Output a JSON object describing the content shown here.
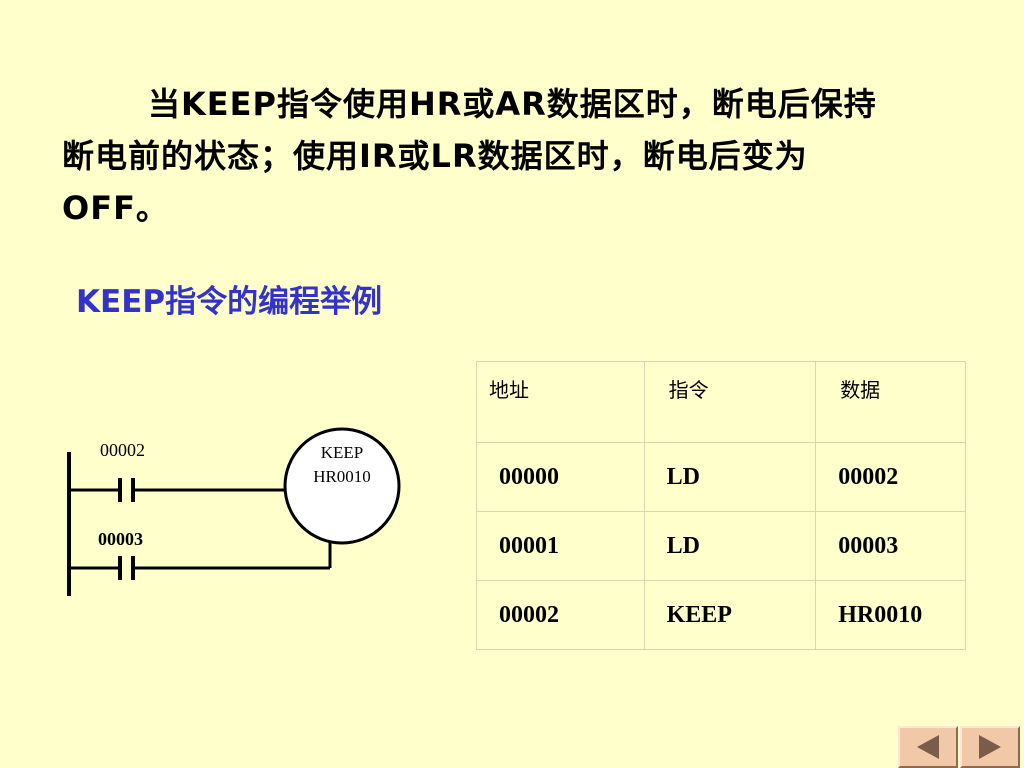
{
  "paragraph": {
    "line1": "当KEEP指令使用HR或AR数据区时，断电后保持",
    "line2": "断电前的状态；使用IR或LR数据区时，断电后变为",
    "line3": "OFF。"
  },
  "heading": "KEEP指令的编程举例",
  "ladder": {
    "contact1_label": "00002",
    "contact2_label": "00003",
    "coil_line1": "KEEP",
    "coil_line2": "HR0010"
  },
  "table": {
    "headers": [
      "地址",
      "指令",
      "数据"
    ],
    "rows": [
      [
        "00000",
        "LD",
        "00002"
      ],
      [
        "00001",
        "LD",
        "00003"
      ],
      [
        "00002",
        "KEEP",
        "HR0010"
      ]
    ]
  },
  "nav": {
    "prev_icon": "triangle-left-icon",
    "next_icon": "triangle-right-icon"
  },
  "colors": {
    "background": "#FFFFCC",
    "heading": "#3333CC",
    "nav_button": "#F2C9A8",
    "nav_arrow": "#7A5C4A"
  }
}
